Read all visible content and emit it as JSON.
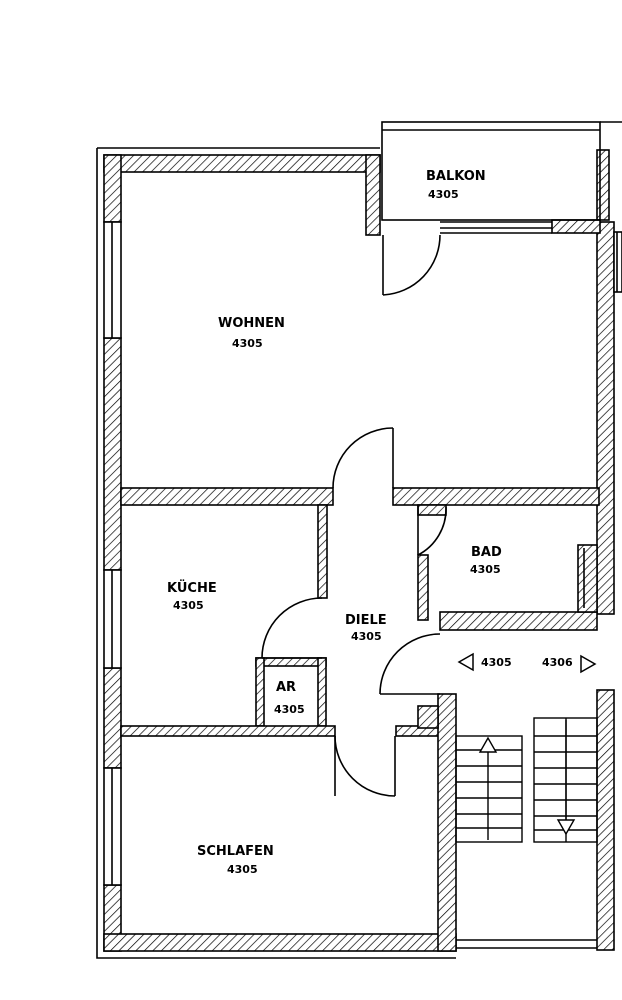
{
  "rooms": {
    "balkon": {
      "name": "BALKON",
      "code": "4305"
    },
    "wohnen": {
      "name": "WOHNEN",
      "code": "4305"
    },
    "kueche": {
      "name": "KÜCHE",
      "code": "4305"
    },
    "diele": {
      "name": "DIELE",
      "code": "4305"
    },
    "bad": {
      "name": "BAD",
      "code": "4305"
    },
    "ar": {
      "name": "AR",
      "code": "4305"
    },
    "schlafen": {
      "name": "SCHLAFEN",
      "code": "4305"
    }
  },
  "stair_markers": {
    "left": {
      "code": "4305",
      "arrow": "triangle-left-icon"
    },
    "right": {
      "code": "4306",
      "arrow": "triangle-right-icon"
    }
  },
  "stairs": {
    "up_arrow": "arrow-up-icon",
    "down_arrow": "arrow-down-icon"
  }
}
